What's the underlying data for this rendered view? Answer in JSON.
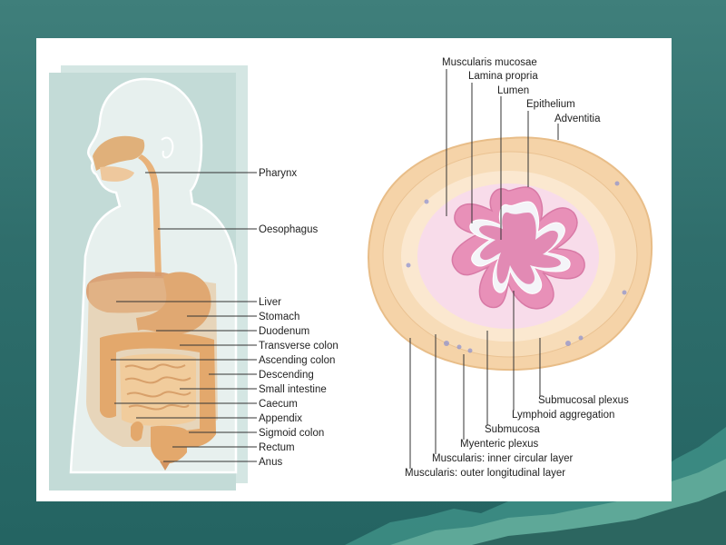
{
  "digestive_labels": {
    "pharynx": "Pharynx",
    "oesophagus": "Oesophagus",
    "liver": "Liver",
    "stomach": "Stomach",
    "duodenum": "Duodenum",
    "transverse_colon": "Transverse colon",
    "ascending_colon": "Ascending colon",
    "descending": "Descending",
    "small_intestine": "Small intestine",
    "caecum": "Caecum",
    "appendix": "Appendix",
    "sigmoid_colon": "Sigmoid colon",
    "rectum": "Rectum",
    "anus": "Anus"
  },
  "cross_section_labels": {
    "muscularis_mucosae": "Muscularis mucosae",
    "lamina_propria": "Lamina propria",
    "lumen": "Lumen",
    "epithelium": "Epithelium",
    "adventitia": "Adventitia",
    "submucosal_plexus": "Submucosal plexus",
    "lymphoid_aggregation": "Lymphoid aggregation",
    "submucosa": "Submucosa",
    "myenteric_plexus": "Myenteric plexus",
    "muscularis_inner": "Muscularis: inner circular layer",
    "muscularis_outer": "Muscularis: outer longitudinal layer"
  },
  "colors": {
    "background": "#2f6e6c",
    "panel": "#ffffff",
    "body_silhouette": "#c9dfdc",
    "organ_orange": "#e8b27a",
    "muscle_outer": "#f5d3a8",
    "mucosa_pink": "#e890b8",
    "submucosa_pink": "#f8dcea"
  }
}
